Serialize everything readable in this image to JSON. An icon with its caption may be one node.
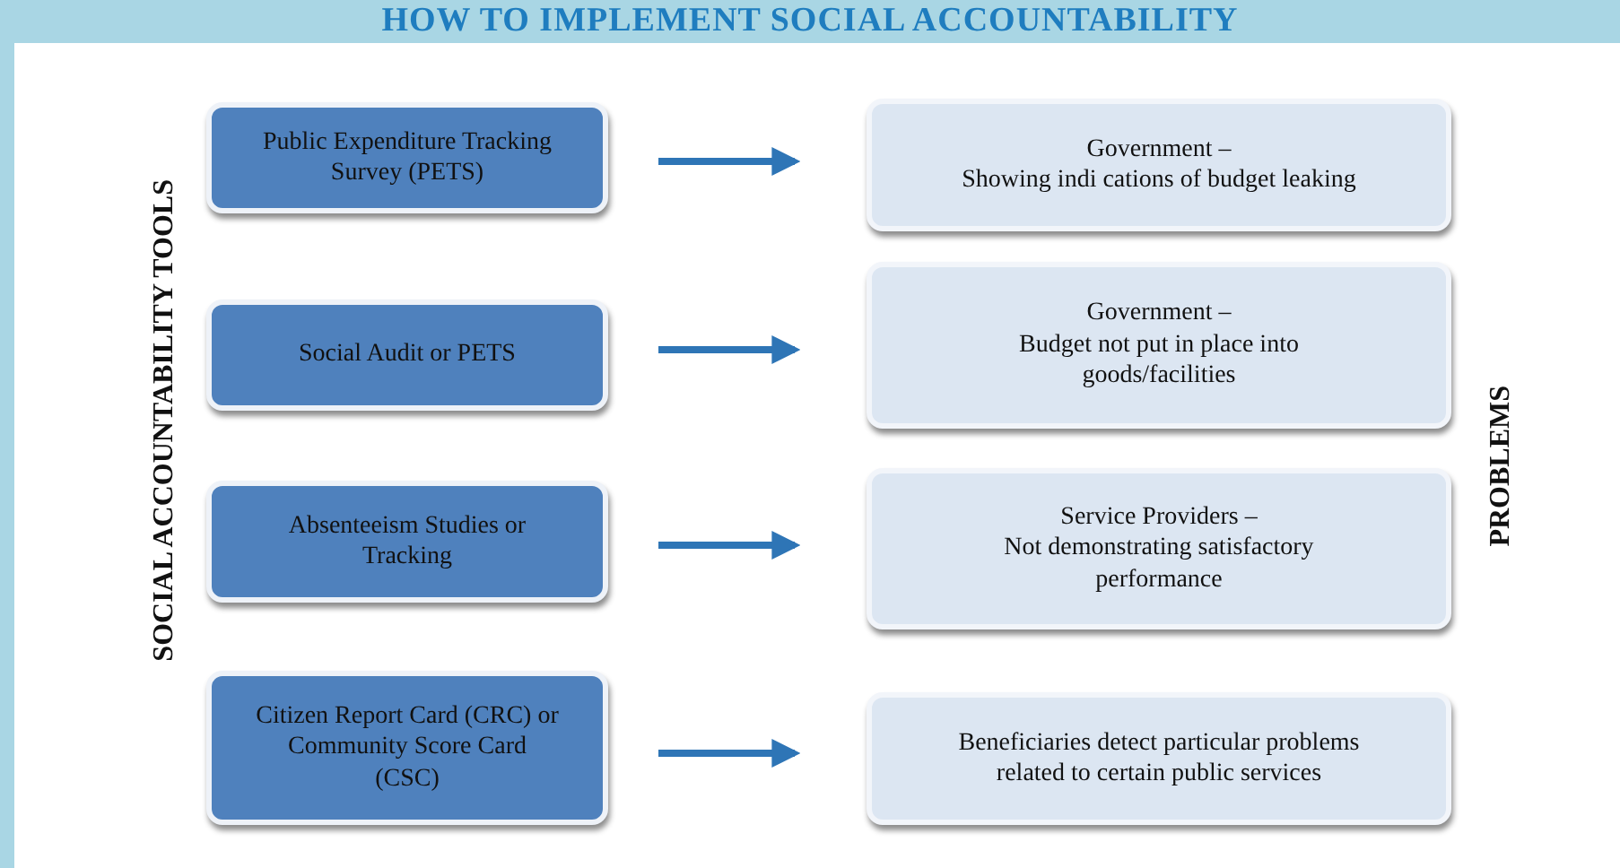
{
  "diagram": {
    "title": "HOW TO IMPLEMENT SOCIAL ACCOUNTABILITY",
    "nodes": [
      {
        "text": [
          "Public Expenditure Tracking Survey (PETS)"
        ]
      },
      {
        "text": [
          "Social Audit or PETS"
        ]
      },
      {
        "text": [
          "Absenteeism Studies or Tracking"
        ]
      },
      {
        "text": [
          "Citizen Report Card (CRC) or Community Score Card (CSC)"
        ]
      },
      {
        "text": [
          "Government –",
          "Showing indi cations of budget leaking"
        ]
      },
      {
        "text": [
          "Government –",
          "Budget not put in place into goods/facilities"
        ]
      },
      {
        "text": [
          "Service Providers –",
          "Not demonstrating satisfactory performance"
        ]
      },
      {
        "text": [
          "Beneficiaries detect particular problems related to certain public services"
        ]
      }
    ],
    "edges": [
      {
        "from": 0,
        "to": 4,
        "arrow": "to"
      },
      {
        "from": 1,
        "to": 5,
        "arrow": "to"
      },
      {
        "from": 2,
        "to": 6,
        "arrow": "to"
      },
      {
        "from": 3,
        "to": 7,
        "arrow": "to"
      }
    ],
    "labels": [
      "SOCIAL ACCOUNTABILITY TOOLS",
      "PROBLEMS"
    ]
  }
}
